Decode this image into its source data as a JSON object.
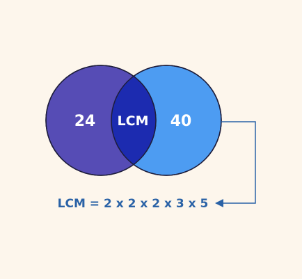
{
  "diagram": {
    "left_set": {
      "label": "24",
      "color": "#564cb5"
    },
    "right_set": {
      "label": "40",
      "color": "#4d9cf2"
    },
    "intersection": {
      "label": "LCM",
      "color": "#1c2bb0"
    },
    "formula": "LCM = 2 x 2 x 2 x 3 x 5",
    "colors": {
      "background": "#fdf6ec",
      "outline": "#1e1e3c",
      "arrow": "#2a62a6",
      "formula_text": "#2a62a6"
    }
  }
}
